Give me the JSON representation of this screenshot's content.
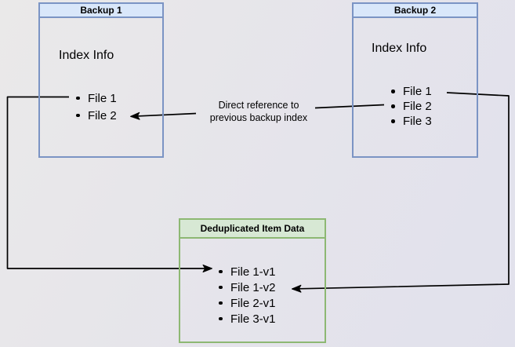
{
  "diagram": {
    "backup1": {
      "title": "Backup 1",
      "subtitle": "Index Info",
      "items": [
        "File 1",
        "File 2"
      ]
    },
    "backup2": {
      "title": "Backup 2",
      "subtitle": "Index Info",
      "items": [
        "File 1",
        "File 2",
        "File 3"
      ]
    },
    "dedup": {
      "title": "Deduplicated Item Data",
      "items": [
        "File 1-v1",
        "File 1-v2",
        "File 2-v1",
        "File 3-v1"
      ]
    },
    "annotation": {
      "line1": "Direct reference to",
      "line2": "previous backup index"
    }
  },
  "colors": {
    "blue-fill": "#d9e7fa",
    "blue-border": "#7b94c4",
    "green-fill": "#d7e8d4",
    "green-border": "#8db873",
    "line": "#000000",
    "bg-start": "#eae9e9",
    "bg-mid": "#e5e4eb",
    "bg-end": "#e1e1ec"
  }
}
